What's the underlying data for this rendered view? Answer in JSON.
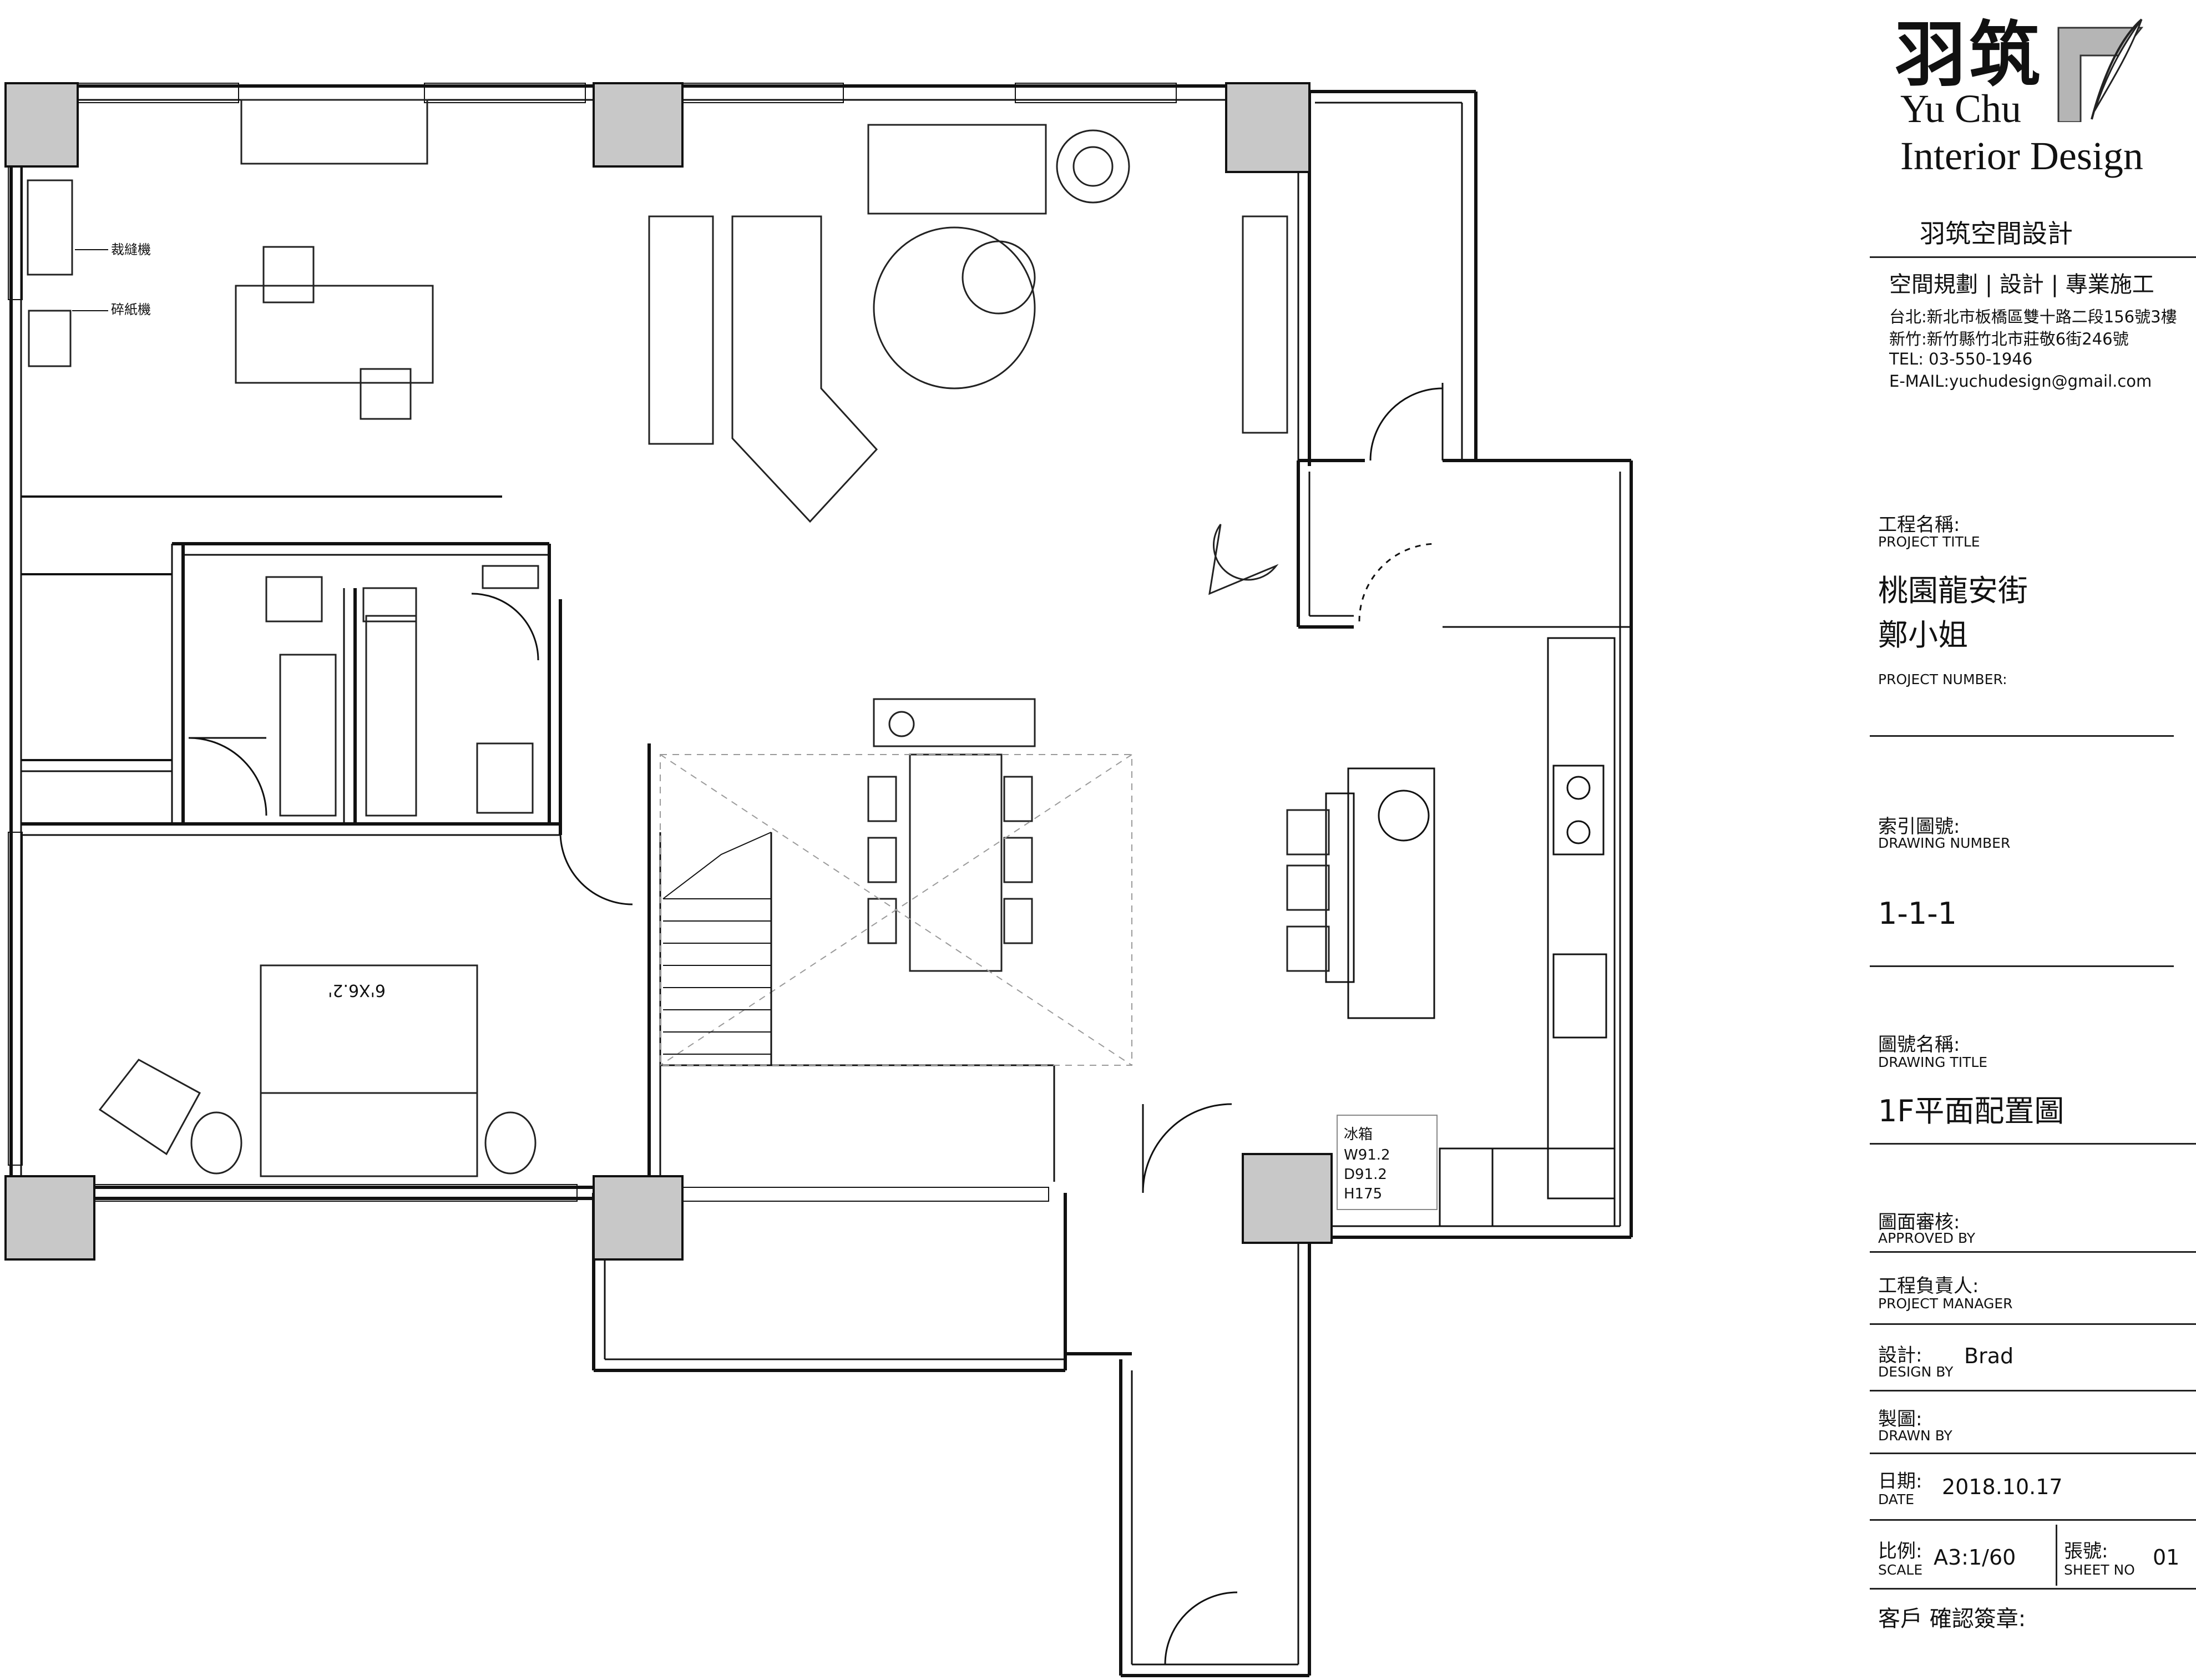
{
  "company": {
    "name_cn": "羽筑",
    "name_en_1": "Yu Chu",
    "name_en_2": "Interior Design",
    "full_name": "羽筑空間設計",
    "services": "空間規劃 | 設計 | 專業施工",
    "address_taipei": "台北:新北市板橋區雙十路二段156號3樓",
    "address_hsinchu": "新竹:新竹縣竹北市莊敬6街246號",
    "tel": "TEL: 03-550-1946",
    "email": "E-MAIL:yuchudesign@gmail.com"
  },
  "title_block": {
    "project_title_label_cn": "工程名稱:",
    "project_title_label_en": "PROJECT TITLE",
    "project_title_line1": "桃園龍安街",
    "project_title_line2": "鄭小姐",
    "project_number_label": "PROJECT NUMBER:",
    "drawing_number_label_cn": "索引圖號:",
    "drawing_number_label_en": "DRAWING NUMBER",
    "drawing_number": "1-1-1",
    "drawing_title_label_cn": "圖號名稱:",
    "drawing_title_label_en": "DRAWING TITLE",
    "drawing_title": "1F平面配置圖",
    "approved_label_cn": "圖面審核:",
    "approved_label_en": "APPROVED BY",
    "manager_label_cn": "工程負責人:",
    "manager_label_en": "PROJECT MANAGER",
    "design_label_cn": "設計:",
    "design_label_en": "DESIGN BY",
    "designer": "Brad",
    "drawn_label_cn": "製圖:",
    "drawn_label_en": "DRAWN BY",
    "date_label_cn": "日期:",
    "date_label_en": "DATE",
    "date": "2018.10.17",
    "scale_label_cn": "比例:",
    "scale_label_en": "SCALE",
    "scale": "A3:1/60",
    "sheet_label_cn": "張號:",
    "sheet_label_en": "SHEET NO",
    "sheet_no": "01",
    "client_sign": "客戶 確認簽章:"
  },
  "plan_labels": {
    "sewing_machine": "裁縫機",
    "shredder": "碎紙機",
    "bed_size": "6'X6.2'",
    "fridge_title": "冰箱",
    "fridge_w": "W91.2",
    "fridge_d": "D91.2",
    "fridge_h": "H175"
  },
  "colors": {
    "wall": "#111111",
    "column_fill": "#c8c8c8",
    "furniture_line": "#222222",
    "dashed": "#9a9a9a"
  }
}
